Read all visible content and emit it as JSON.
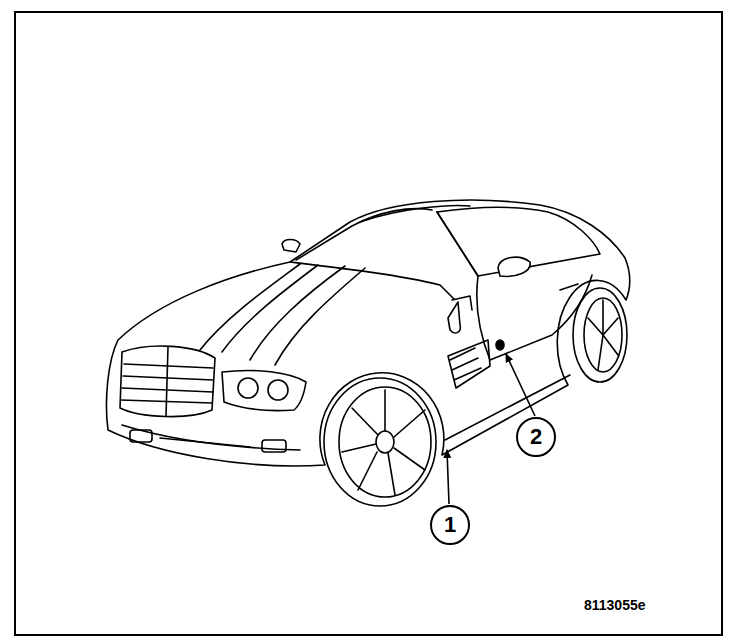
{
  "diagram": {
    "labels": [
      "1",
      "2",
      "8113055e"
    ]
  }
}
